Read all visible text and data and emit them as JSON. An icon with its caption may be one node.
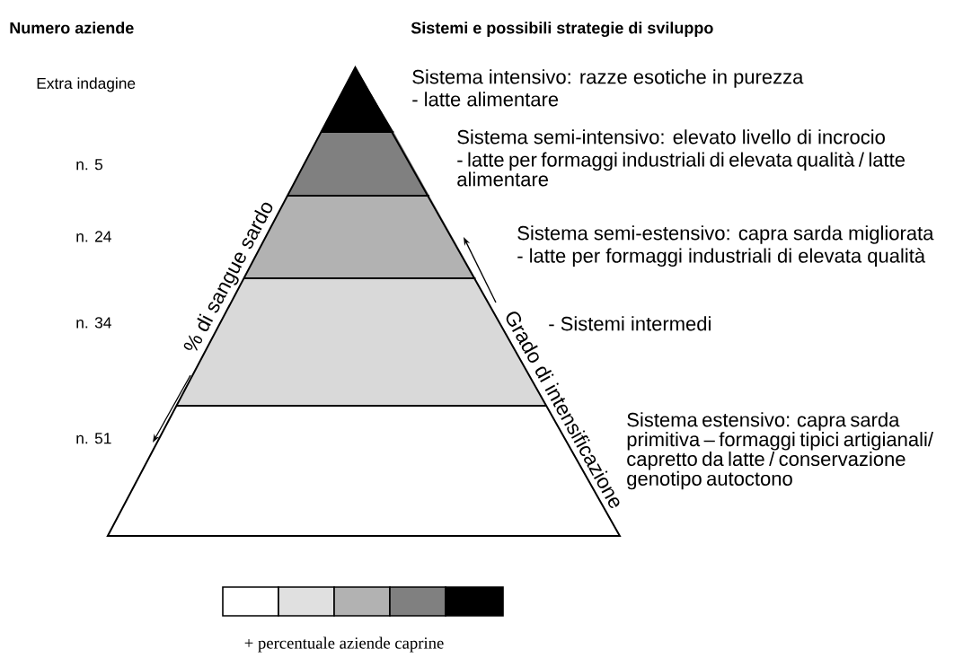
{
  "diagram": {
    "labels": [
      "Numero aziende",
      "Sistemi e possibili strategie di sviluppo",
      "Extra indagine",
      "Sistema intensivo: razze esotiche in purezza",
      "- latte alimentare",
      "Sistema semi-intensivo: elevato livello di incrocio",
      "- latte per formaggi industriali di elevata qualità / latte alimentare",
      "n. 5",
      "Sistema semi-estensivo: capra sarda migliorata",
      "n. 24",
      "- latte per formaggi industriali di elevata qualità",
      "% di sangue sardo",
      "n. 34",
      "- Sistemi intermedi",
      "Grado di intensificazione",
      "Sistema estensivo: capra sarda primitiva – formaggi tipici artigianali/ capretto da latte / conservazione genotipo autoctono",
      "n. 51",
      "+ percentuale aziende caprine"
    ]
  }
}
